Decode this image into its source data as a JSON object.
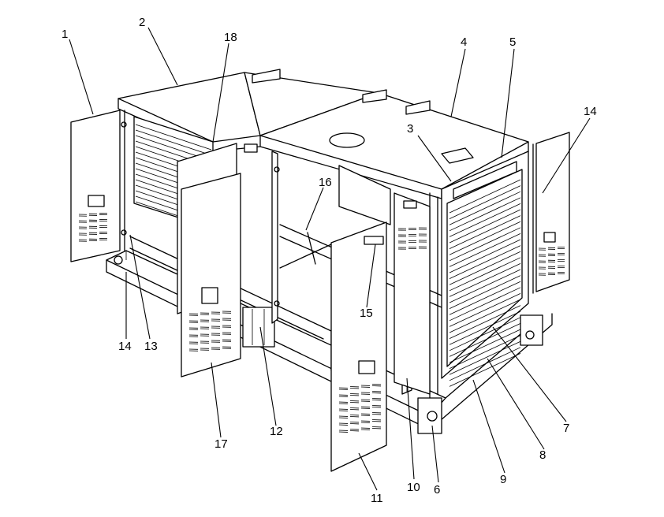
{
  "callouts": [
    {
      "id": "c1",
      "label": "1"
    },
    {
      "id": "c2",
      "label": "2"
    },
    {
      "id": "c18",
      "label": "18"
    },
    {
      "id": "c4",
      "label": "4"
    },
    {
      "id": "c5",
      "label": "5"
    },
    {
      "id": "c3",
      "label": "3"
    },
    {
      "id": "c14a",
      "label": "14"
    },
    {
      "id": "c16",
      "label": "16"
    },
    {
      "id": "c15",
      "label": "15"
    },
    {
      "id": "c14b",
      "label": "14"
    },
    {
      "id": "c13",
      "label": "13"
    },
    {
      "id": "c7",
      "label": "7"
    },
    {
      "id": "c12",
      "label": "12"
    },
    {
      "id": "c17",
      "label": "17"
    },
    {
      "id": "c8",
      "label": "8"
    },
    {
      "id": "c9",
      "label": "9"
    },
    {
      "id": "c10",
      "label": "10"
    },
    {
      "id": "c6",
      "label": "6"
    },
    {
      "id": "c11",
      "label": "11"
    }
  ]
}
